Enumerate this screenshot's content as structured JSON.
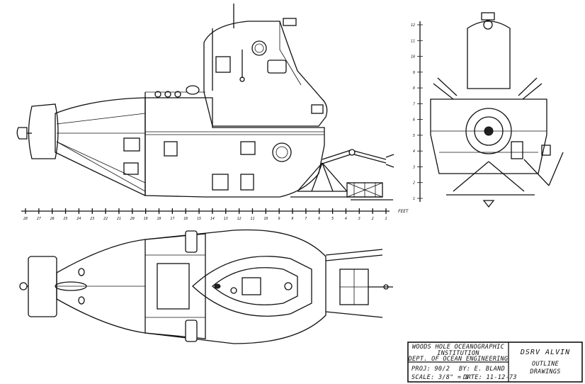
{
  "title_block": {
    "org_line1": "WOODS HOLE OCEANOGRAPHIC",
    "org_line2": "INSTITUTION",
    "org_line3": "DEPT. OF OCEAN ENGINEERING",
    "proj": "PROJ: 90/2",
    "by": "BY: E. BLAND",
    "scale": "SCALE: 3/8\" = 1'",
    "date": "DATE: 11-12-73",
    "drawing_title": "DSRV ALVIN",
    "drawing_subtitle_1": "OUTLINE",
    "drawing_subtitle_2": "DRAWINGS"
  },
  "scale_bar": {
    "unit_label": "FEET",
    "numbers": [
      "28",
      "27",
      "26",
      "25",
      "24",
      "23",
      "22",
      "21",
      "20",
      "19",
      "18",
      "17",
      "16",
      "15",
      "14",
      "13",
      "12",
      "11",
      "10",
      "9",
      "8",
      "7",
      "6",
      "5",
      "4",
      "3",
      "2",
      "1"
    ]
  },
  "front_scale": {
    "numbers": [
      "12",
      "11",
      "10",
      "9",
      "8",
      "7",
      "6",
      "5",
      "4",
      "3",
      "2",
      "1"
    ]
  },
  "views": {
    "side": "side-elevation",
    "front": "front-elevation",
    "plan": "plan-view"
  }
}
